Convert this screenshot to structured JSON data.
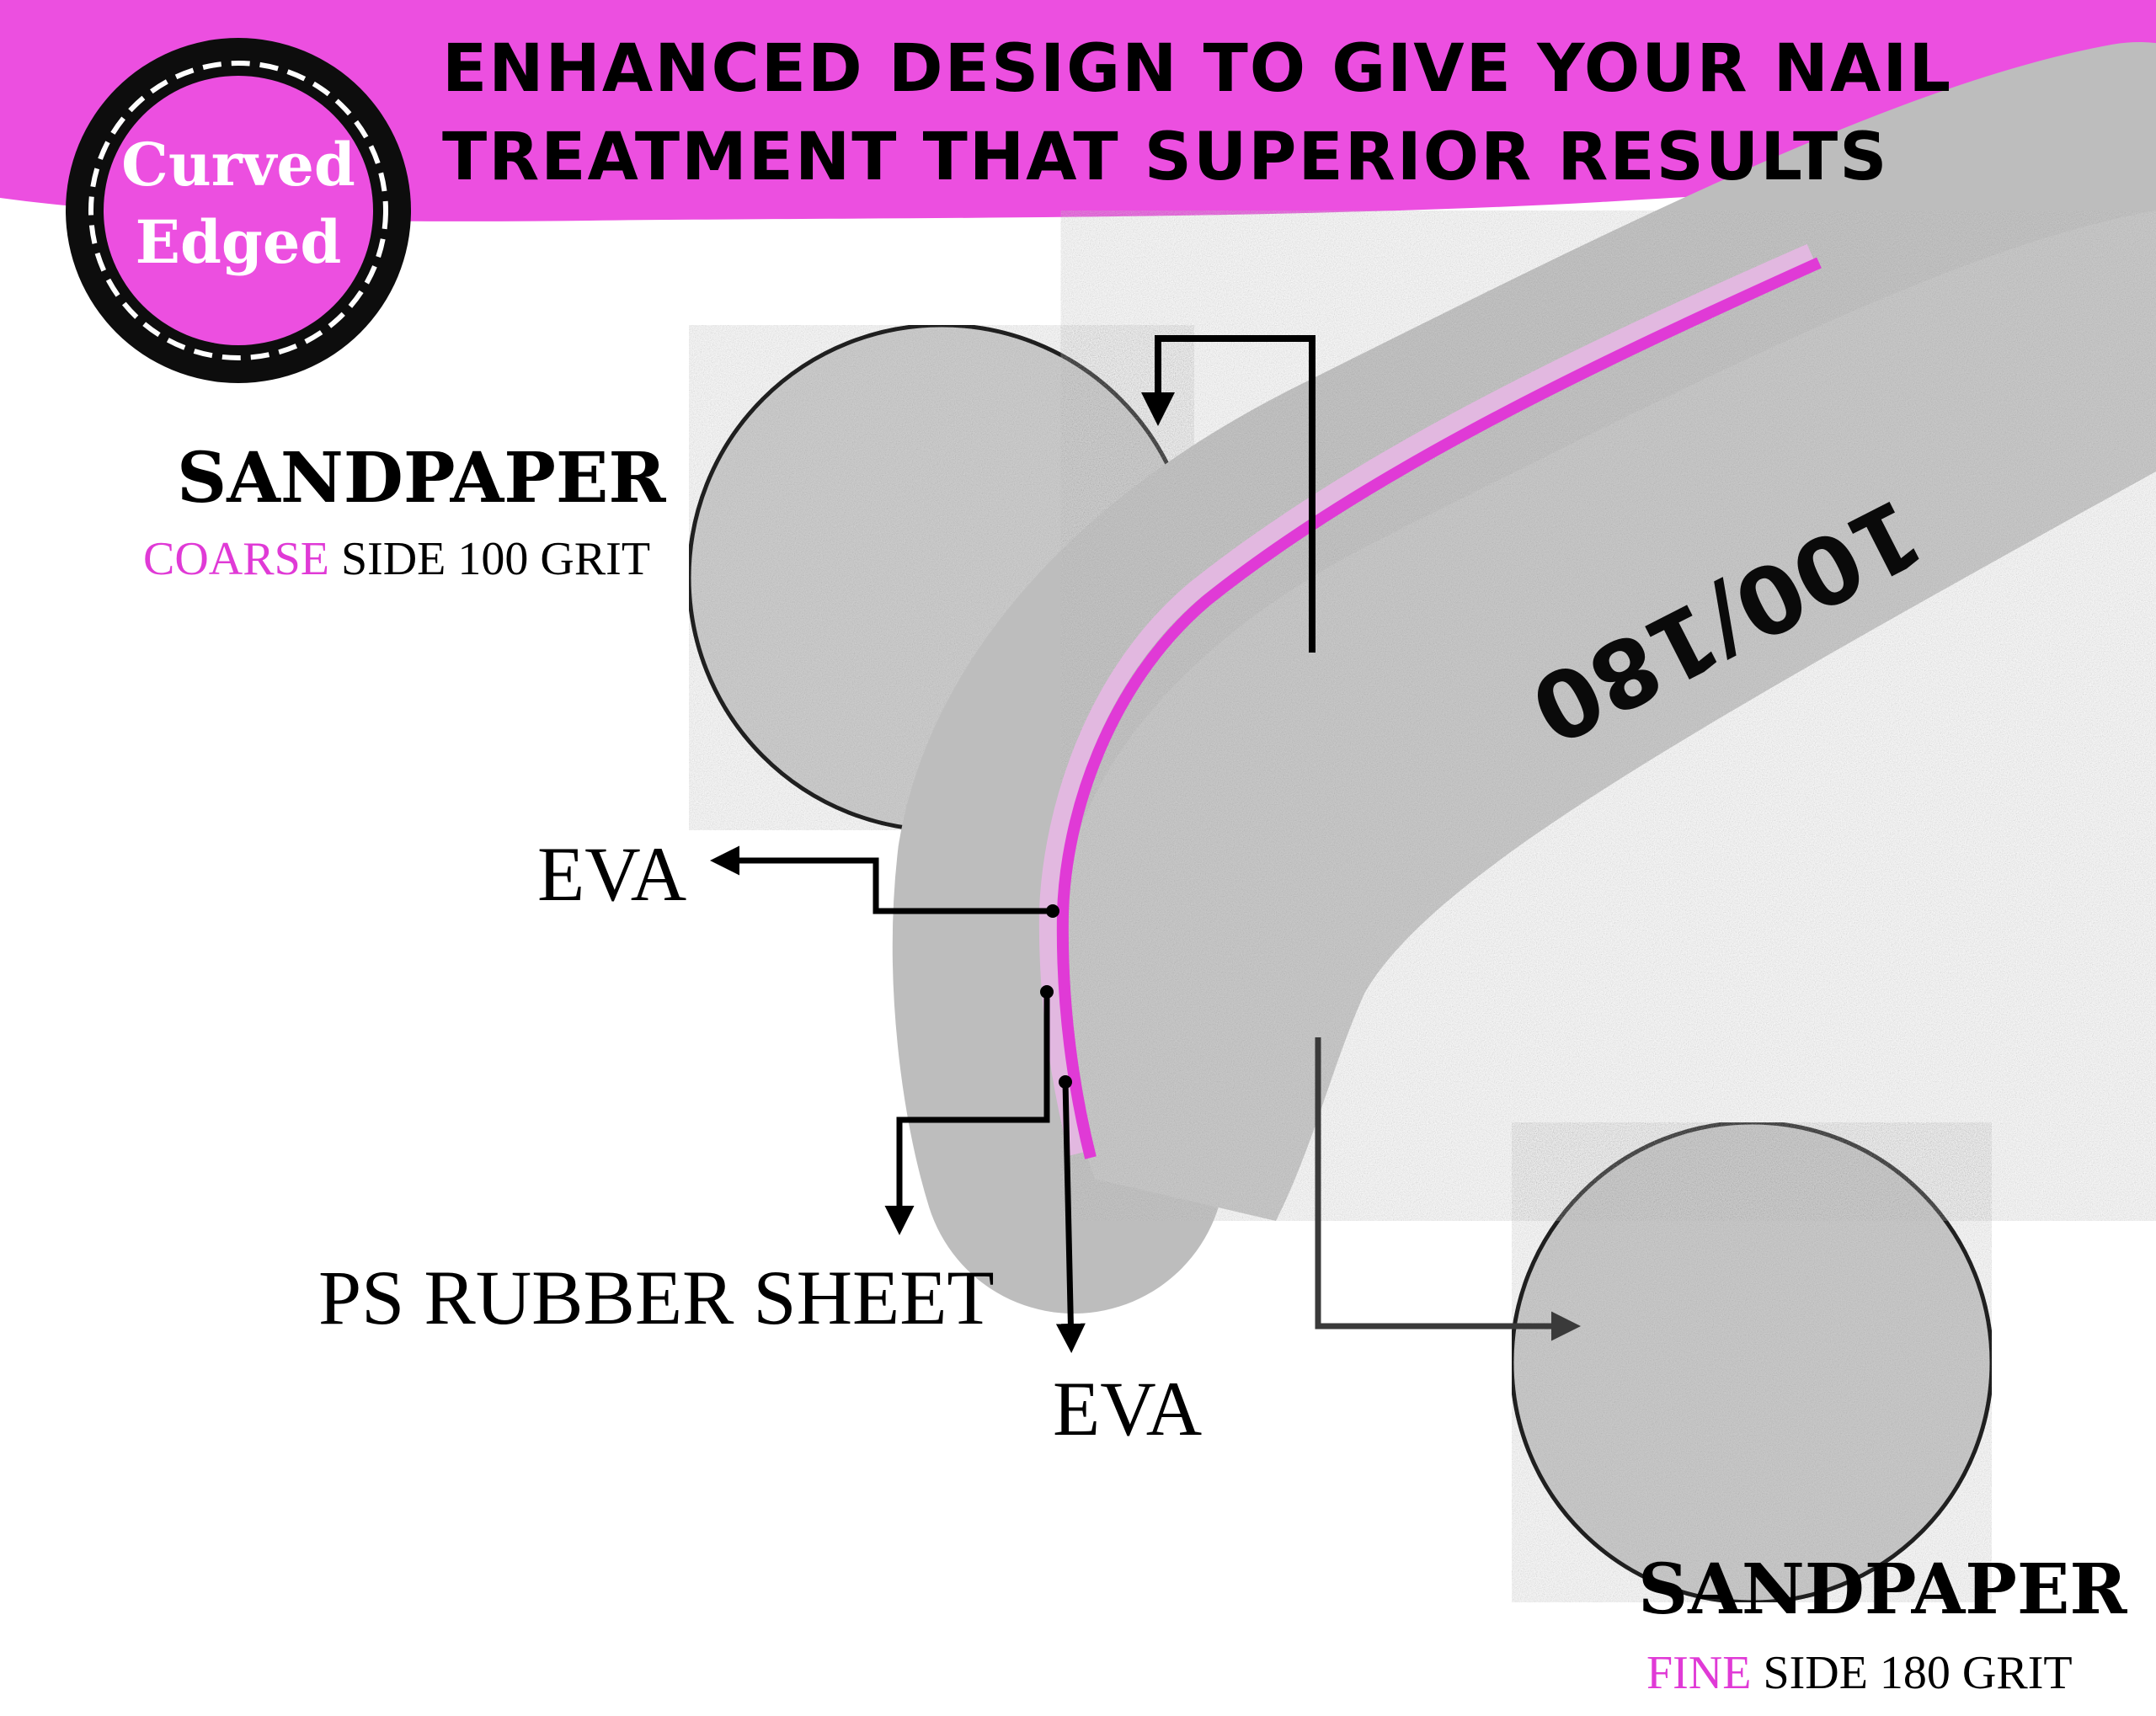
{
  "header": {
    "line1": "ENHANCED DESIGN  TO GIVE YOUR NAIL",
    "line2": "TREATMENT THAT SUPERIOR RESULTS"
  },
  "badge": {
    "line1": "Curved",
    "line2": "Edged"
  },
  "file_marking": "100/180",
  "coarse": {
    "title": "SANDPAPER",
    "accent_word": "COARSE",
    "rest": " SIDE 100 GRIT"
  },
  "fine": {
    "title": "SANDPAPER",
    "accent_word": "FINE",
    "rest": " SIDE 180 GRIT"
  },
  "layers": {
    "eva_top": "EVA",
    "ps_rubber": "PS RUBBER SHEET",
    "eva_bottom": "EVA"
  },
  "colors": {
    "accent": "#e03ad6",
    "banner": "#ec4fe0",
    "sand": "#cfcfcf",
    "ink": "#000000"
  }
}
